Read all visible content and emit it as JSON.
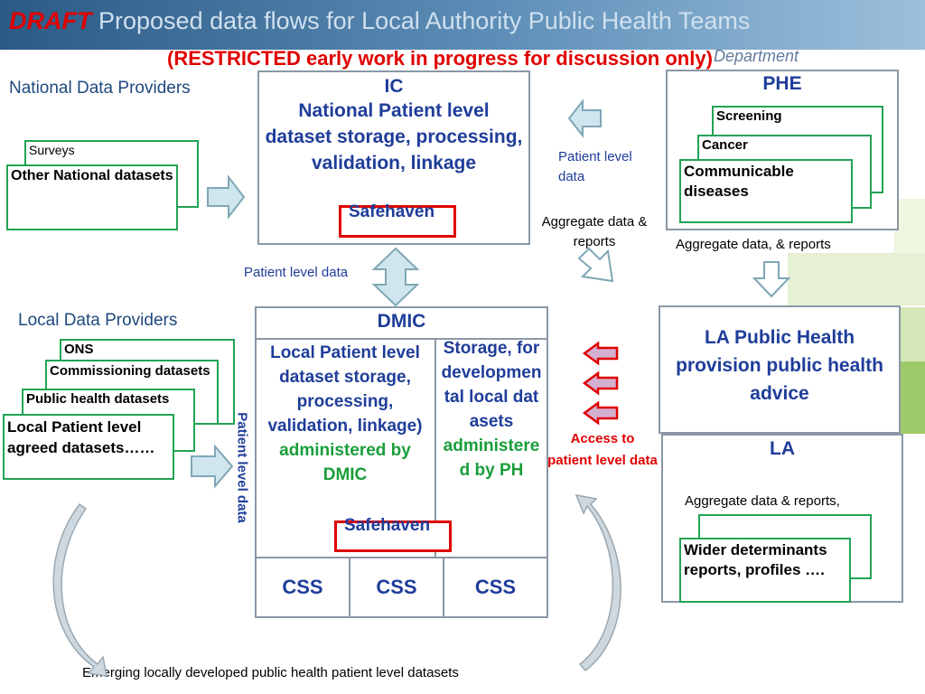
{
  "header": {
    "draft": "DRAFT",
    "title": "Proposed data flows for Local Authority Public Health Teams",
    "subtitle": "(RESTRICTED  early work in progress for discussion only)",
    "watermark": "Department"
  },
  "national": {
    "heading": "National Data Providers",
    "surveys": "Surveys",
    "other": "Other National datasets"
  },
  "ic": {
    "title": "IC",
    "body": "National Patient level dataset storage, processing, validation, linkage",
    "safehaven": "Safehaven"
  },
  "phe": {
    "title": "PHE",
    "screening": "Screening",
    "cancer": "Cancer",
    "communicable": "Communicable diseases"
  },
  "labels": {
    "patient_level_data_1": "Patient level data",
    "aggregate_1": "Aggregate data & reports",
    "aggregate_2": "Aggregate data, & reports",
    "patient_level_data_2": "Patient level data",
    "patient_level_data_vertical": "Patient level data",
    "access": "Access to patient level data",
    "emerging": "Emerging  locally developed public health patient level datasets"
  },
  "local": {
    "heading": "Local Data Providers",
    "ons": "ONS",
    "commissioning": "Commissioning datasets",
    "public_health": "Public health datasets",
    "local_patient": "Local Patient level agreed datasets……"
  },
  "dmic": {
    "title": "DMIC",
    "left_body": "Local Patient level dataset storage, processing, validation, linkage)",
    "left_admin": "administered by DMIC",
    "right_body": "Storage, for developmental local datasets",
    "right_admin": "administered by PH",
    "safehaven": "Safehaven",
    "css1": "CSS",
    "css2": "CSS",
    "css3": "CSS"
  },
  "la_ph": {
    "body": "LA Public Health provision public health advice"
  },
  "la": {
    "title": "LA",
    "aggregate": "Aggregate data & reports,",
    "wider": "Wider determinants reports, profiles …."
  },
  "colors": {
    "title_bar": "#2b5a86",
    "draft_red": "#e00000",
    "heading_blue": "#1f497d",
    "box_text_blue": "#1f3d99",
    "green_border": "#22a355",
    "arrow_fill": "#cfe6ee",
    "red_arrow": "#e00000"
  }
}
